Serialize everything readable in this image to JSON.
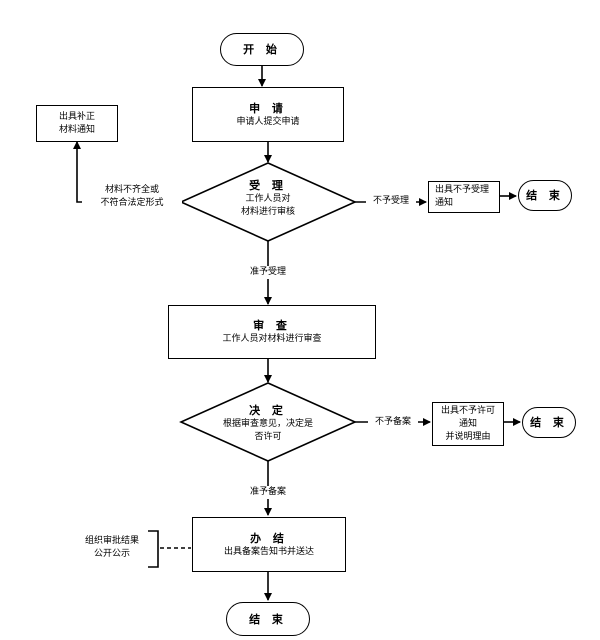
{
  "start": {
    "label": "开 始"
  },
  "apply": {
    "title": "申 请",
    "desc": "申请人提交申请"
  },
  "correction_notice": {
    "line1": "出具补正",
    "line2": "材料通知"
  },
  "accept": {
    "title": "受 理",
    "line1": "工作人员对",
    "line2": "材料进行审核"
  },
  "incomplete_label": {
    "line1": "材料不齐全或",
    "line2": "不符合法定形式"
  },
  "reject_accept_label": "不予受理",
  "reject_accept_notice": {
    "line1": "出具不予受理",
    "line2": "通知"
  },
  "end1": {
    "label": "结 束"
  },
  "approve_accept_label": "准予受理",
  "review": {
    "title": "审 查",
    "desc": "工作人员对材料进行审查"
  },
  "decide": {
    "title": "决 定",
    "line1": "根据审查意见，决定是",
    "line2": "否许可"
  },
  "reject_record_label": "不予备案",
  "reject_permit_notice": {
    "line1": "出具不予许可",
    "line2": "通知",
    "line3": "并说明理由"
  },
  "end2": {
    "label": "结 束"
  },
  "approve_record_label": "准予备案",
  "publicity": {
    "line1": "组织审批结果",
    "line2": "公开公示"
  },
  "handle": {
    "title": "办 结",
    "desc": "出具备案告知书并送达"
  },
  "end3": {
    "label": "结 束"
  }
}
